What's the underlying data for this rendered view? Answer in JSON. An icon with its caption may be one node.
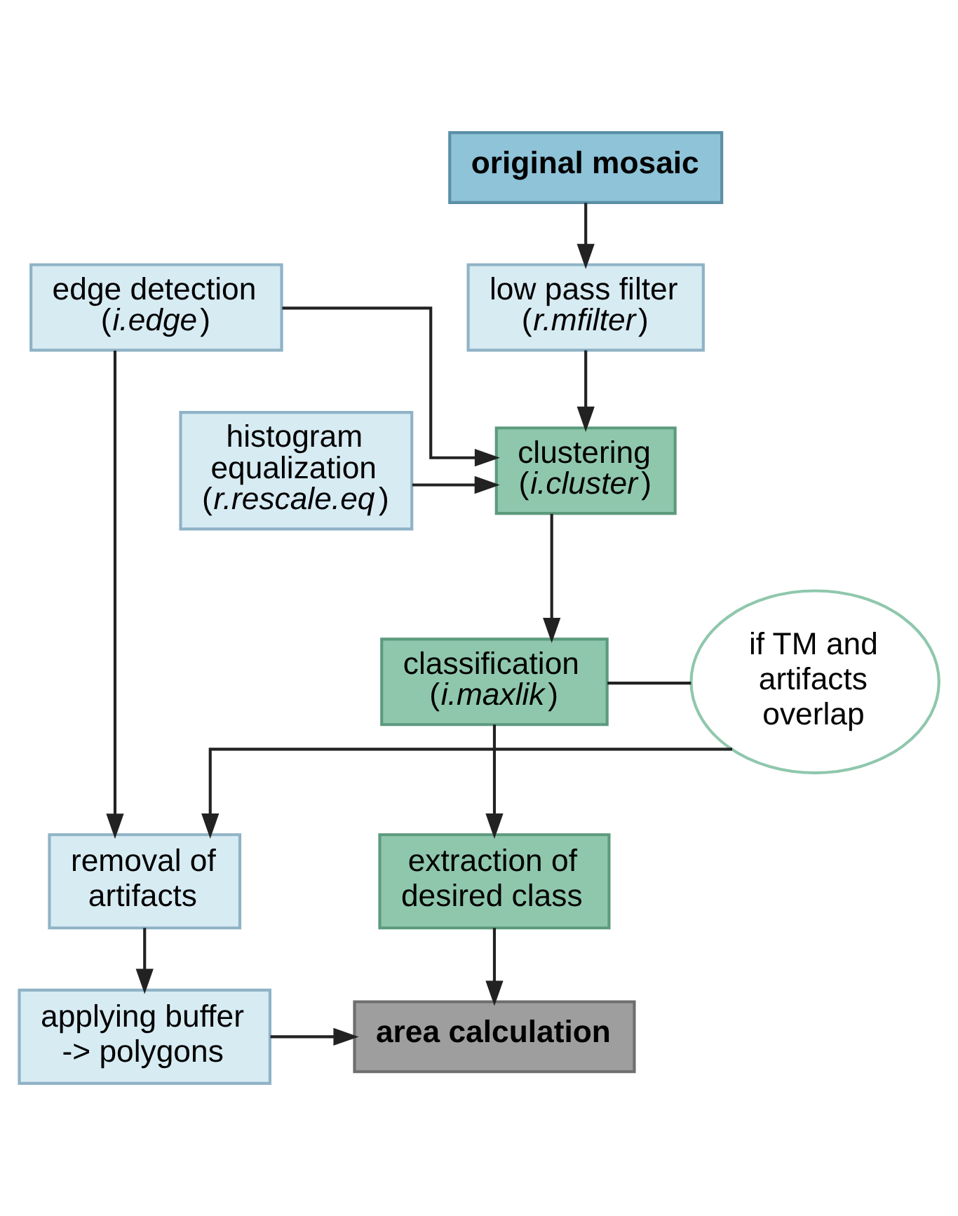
{
  "diagram": {
    "nodes": [
      {
        "text": [
          "original mosaic"
        ]
      },
      {
        "text": [
          "low pass filter (*r.mfilter*)"
        ]
      },
      {
        "text": [
          "histogram equalization (*r.rescale.eq*)"
        ]
      },
      {
        "text": [
          "edge detection (*i.edge*)"
        ]
      },
      {
        "text": [
          "clustering (*i.cluster*)"
        ]
      },
      {
        "text": [
          "classification (*i.maxlik*)"
        ]
      },
      {
        "text": [
          "if TM and artifacts overlap"
        ]
      },
      {
        "text": [
          "removal of artifacts"
        ]
      },
      {
        "text": [
          "applying buffer -> polygons"
        ]
      },
      {
        "text": [
          "extraction of desired class"
        ]
      },
      {
        "text": [
          "area calculation"
        ]
      }
    ],
    "edges": [
      {
        "from": 0,
        "to": 1,
        "arrow": "to"
      },
      {
        "from": 1,
        "to": 4,
        "arrow": "to"
      },
      {
        "from": 2,
        "to": 4,
        "arrow": "to"
      },
      {
        "from": 3,
        "to": 4,
        "arrow": "to"
      },
      {
        "from": 4,
        "to": 5,
        "arrow": "to"
      },
      {
        "from": 5,
        "to": 6,
        "arrow": "none"
      },
      {
        "from": 6,
        "to": 7,
        "arrow": "to"
      },
      {
        "from": 3,
        "to": 7,
        "arrow": "to"
      },
      {
        "from": 5,
        "to": 9,
        "arrow": "to"
      },
      {
        "from": 7,
        "to": 8,
        "arrow": "to"
      },
      {
        "from": 9,
        "to": 10,
        "arrow": "to"
      },
      {
        "from": 8,
        "to": 10,
        "arrow": "to"
      }
    ]
  }
}
